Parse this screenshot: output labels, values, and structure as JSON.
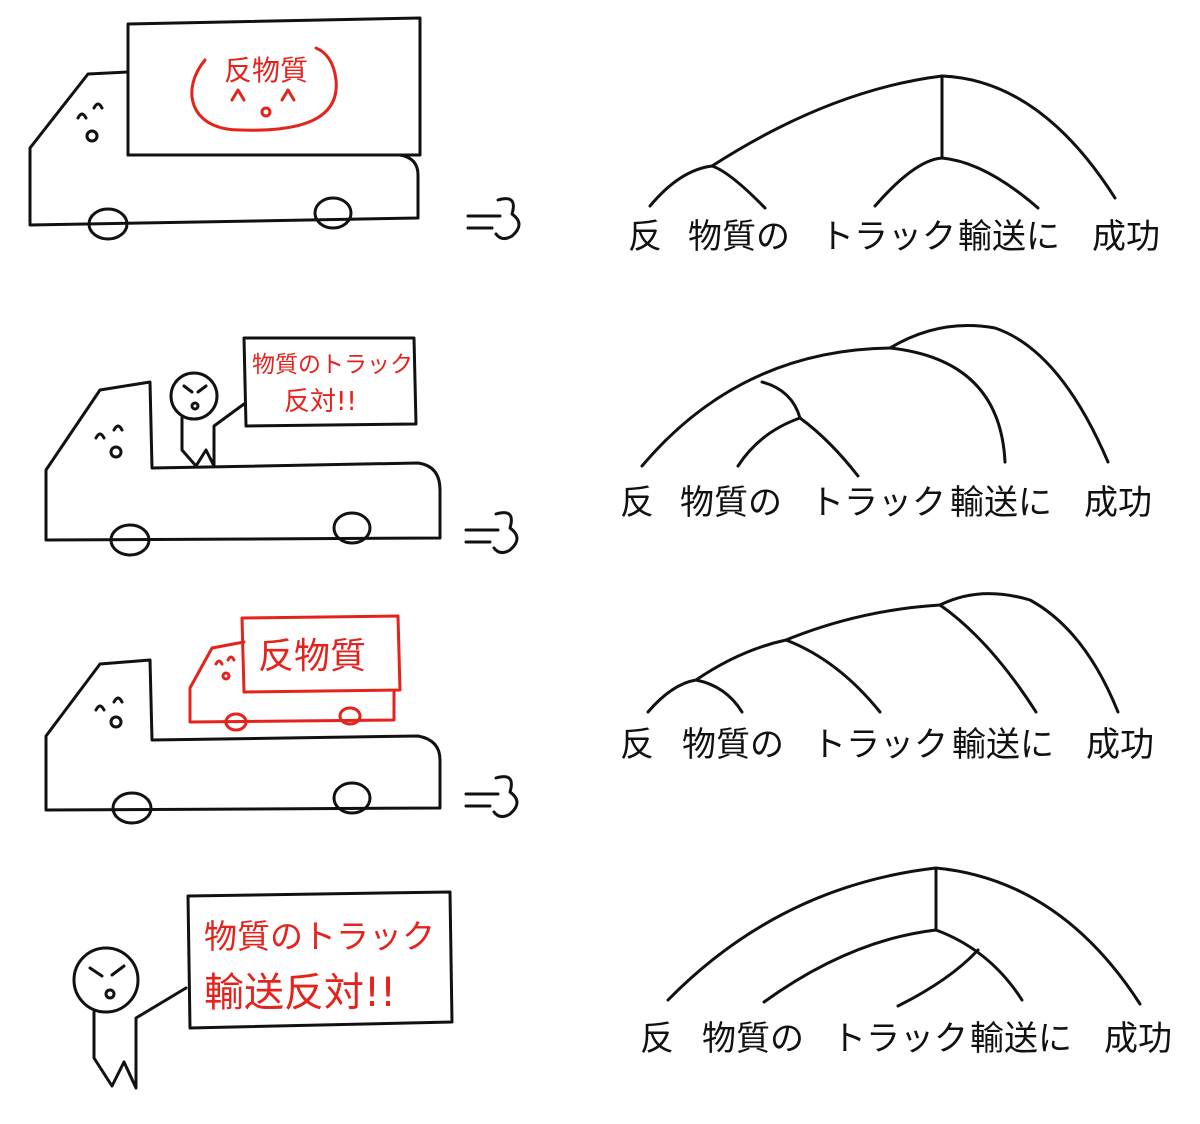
{
  "accent_color": "#e5221b",
  "ink_color": "#111111",
  "panels": [
    {
      "truck_sign": "反物質",
      "words": [
        "反",
        "物質の",
        "トラック",
        "輸送に",
        "成功"
      ]
    },
    {
      "protest_sign_line1": "物質のトラック",
      "protest_sign_line2": "反対!!",
      "words": [
        "反",
        "物質の",
        "トラック",
        "輸送に",
        "成功"
      ]
    },
    {
      "small_truck_sign": "反物質",
      "words": [
        "反",
        "物質の",
        "トラック",
        "輸送に",
        "成功"
      ]
    },
    {
      "protest_sign_line1": "物質のトラック",
      "protest_sign_line2": "輸送反対!!",
      "words": [
        "反",
        "物質の",
        "トラック",
        "輸送に",
        "成功"
      ]
    }
  ]
}
